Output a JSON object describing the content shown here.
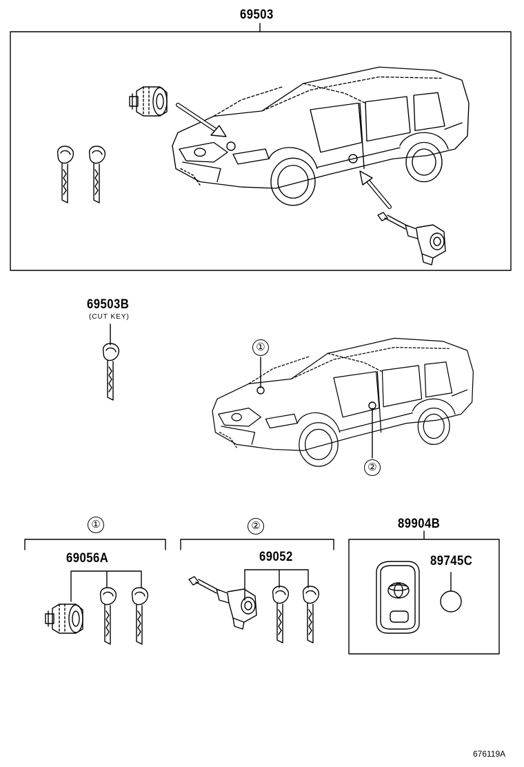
{
  "labels": {
    "top_part": "69503",
    "cut_key_part": "69503B",
    "cut_key_note": "(CUT KEY)",
    "group1_part": "69056A",
    "group2_part": "69052",
    "transmitter_part": "89904B",
    "battery_part": "89745C",
    "callout_1": "①",
    "callout_2": "②",
    "group1_marker": "①",
    "group2_marker": "②",
    "diagram_ref": "676119A"
  }
}
